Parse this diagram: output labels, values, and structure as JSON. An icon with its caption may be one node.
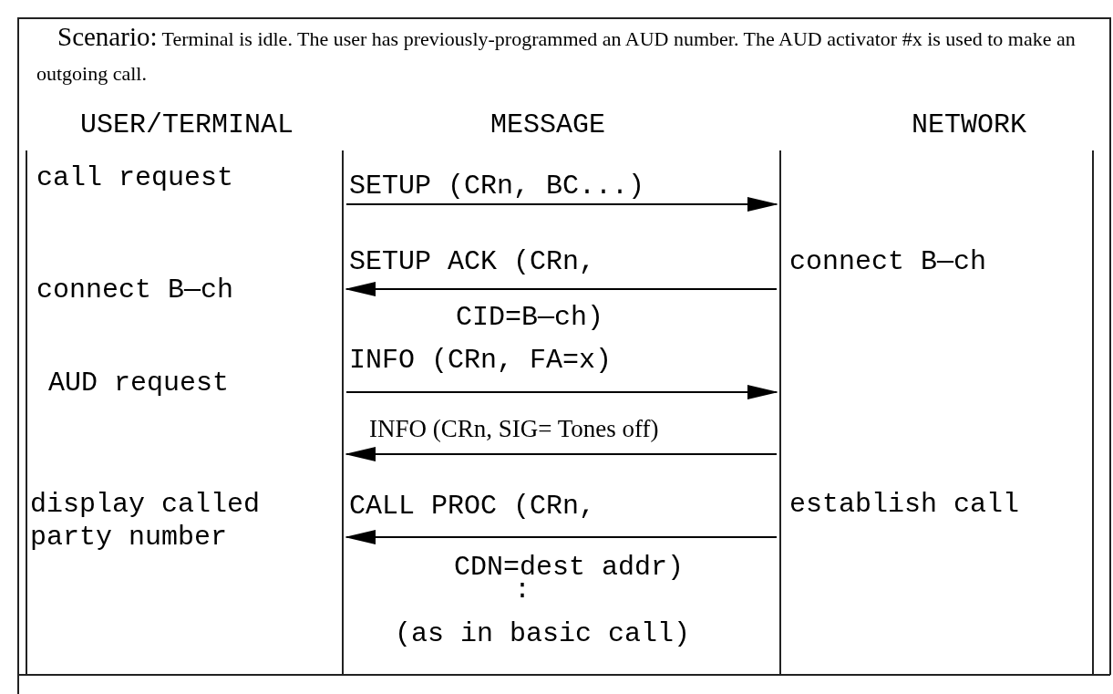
{
  "diagram": {
    "nodes": [
      {
        "text": [
          "USER/TERMINAL",
          "call request",
          "connect B—ch",
          "AUD request",
          "display called party number"
        ]
      },
      {
        "text": [
          "NETWORK",
          "connect B—ch",
          "establish call"
        ]
      }
    ],
    "edges": [
      {
        "from": 0,
        "to": 1,
        "arrow": "to",
        "label": "SETUP (CRn, BC...)"
      },
      {
        "from": 1,
        "to": 0,
        "arrow": "to",
        "label": "SETUP ACK (CRn, CID=B—ch)"
      },
      {
        "from": 0,
        "to": 1,
        "arrow": "to",
        "label": "INFO (CRn, FA=x)"
      },
      {
        "from": 1,
        "to": 0,
        "arrow": "to",
        "label": "INFO (CRn, SIG= Tones off)"
      },
      {
        "from": 1,
        "to": 0,
        "arrow": "to",
        "label": "CALL PROC (CRn, CDN=dest addr)"
      }
    ],
    "labels": [
      "Scenario:",
      "Terminal is idle. The user has previously-programmed an AUD number. The AUD activator #x is used to make an outgoing call.",
      "MESSAGE",
      ":",
      "(as in basic call)"
    ]
  }
}
